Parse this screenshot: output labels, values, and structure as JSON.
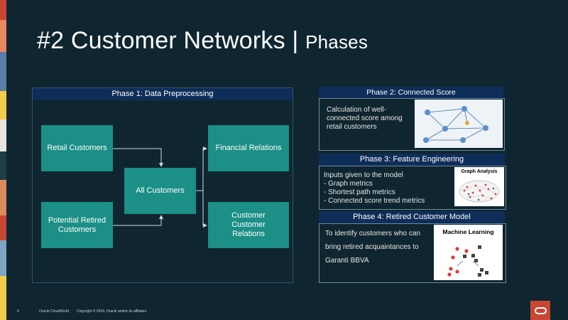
{
  "slide": {
    "title_main": "#2 Customer Networks | ",
    "title_sub": "Phases",
    "page_number": "9",
    "footer_event": "Oracle CloudWorld",
    "footer_copyright": "Copyright © 2024, Oracle and/or its affiliates"
  },
  "phase1": {
    "header": "Phase 1: Data Preprocessing",
    "boxes": {
      "retail": "Retail Customers",
      "potential": "Potential Retired Customers",
      "all": "All Customers",
      "financial": "Financial Relations",
      "customer_relations": "Customer Customer Relations"
    }
  },
  "phase2": {
    "header": "Phase 2: Connected Score",
    "text": "Calculation of well-connected score among retail customers"
  },
  "phase3": {
    "header": "Phase 3: Feature Engineering",
    "lines": [
      "Inputs given to the model",
      "- Graph metrics",
      "- Shortest path metrics",
      "- Connected score trend metrics"
    ],
    "image_label": "Graph Analysis"
  },
  "phase4": {
    "header": "Phase 4: Retired Customer Model",
    "text": "To identify customers who can bring retired acquaintances to Garanti BBVA",
    "image_label": "Machine Learning"
  },
  "colors": {
    "background": "#0f2630",
    "header_navy": "#0f2d59",
    "box_teal": "#1c8f86",
    "oracle_red": "#c74634"
  }
}
